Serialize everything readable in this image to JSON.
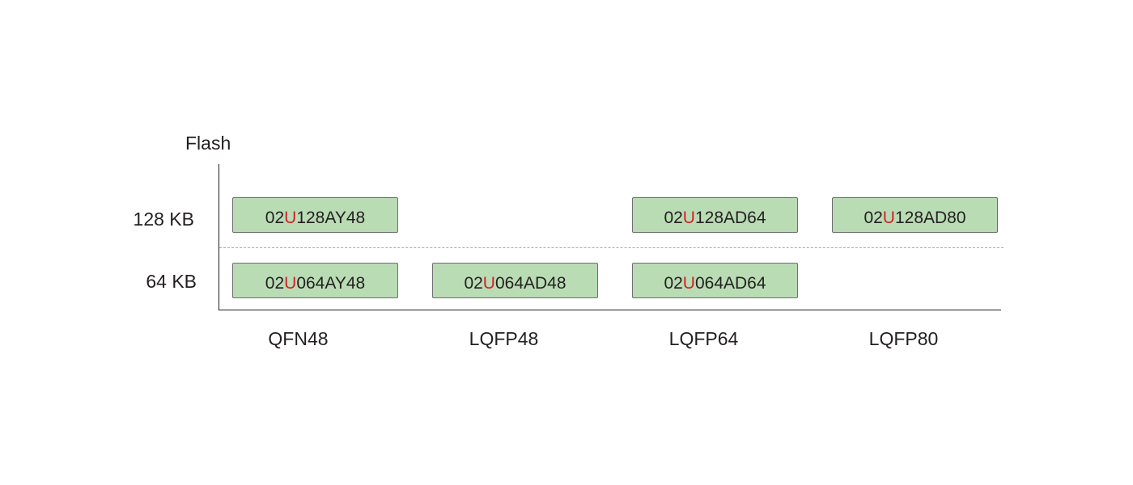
{
  "diagram": {
    "axis_title": "Flash",
    "y_levels": [
      {
        "label": "128 KB"
      },
      {
        "label": "64 KB"
      }
    ],
    "packages": [
      {
        "label": "QFN48"
      },
      {
        "label": "LQFP48"
      },
      {
        "label": "LQFP64"
      },
      {
        "label": "LQFP80"
      }
    ],
    "parts": [
      {
        "flash": "128 KB",
        "package": "QFN48",
        "prefix": "02",
        "highlight": "U",
        "suffix": "128AY48"
      },
      {
        "flash": "128 KB",
        "package": "LQFP64",
        "prefix": "02",
        "highlight": "U",
        "suffix": "128AD64"
      },
      {
        "flash": "128 KB",
        "package": "LQFP80",
        "prefix": "02",
        "highlight": "U",
        "suffix": "128AD80"
      },
      {
        "flash": "64 KB",
        "package": "QFN48",
        "prefix": "02",
        "highlight": "U",
        "suffix": "064AY48"
      },
      {
        "flash": "64 KB",
        "package": "LQFP48",
        "prefix": "02",
        "highlight": "U",
        "suffix": "064AD48"
      },
      {
        "flash": "64 KB",
        "package": "LQFP64",
        "prefix": "02",
        "highlight": "U",
        "suffix": "064AD64"
      }
    ],
    "colors": {
      "box_fill": "#b9dcb4",
      "box_border": "#6d6e71",
      "highlight": "#d2232a",
      "divider": "#a7a9ac",
      "text": "#231f20"
    }
  }
}
